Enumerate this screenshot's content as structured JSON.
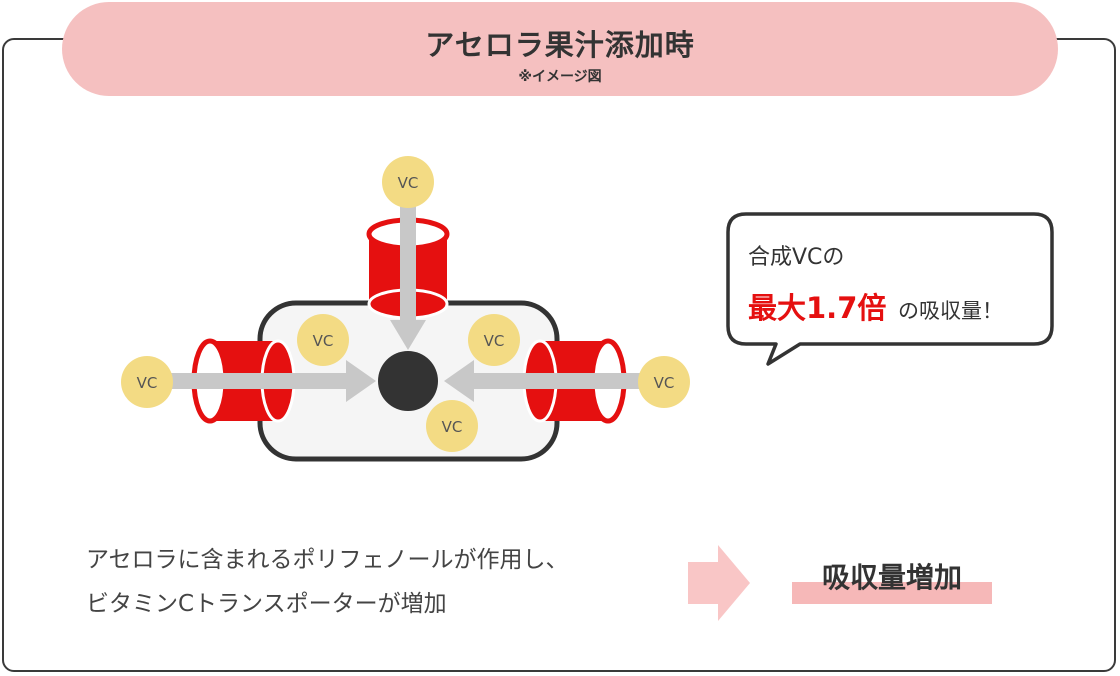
{
  "header": {
    "title": "アセロラ果汁添加時",
    "subtitle": "※イメージ図"
  },
  "diagram": {
    "molecule_label": "VC",
    "molecule_color": "#f3db84",
    "transporter_color": "#e51010",
    "cell_fill": "#f5f5f5",
    "center_color": "#333333",
    "arrow_color": "#c8c8c8"
  },
  "callout": {
    "line1": "合成VCの",
    "emphasis": "最大1.7倍",
    "suffix": "の吸収量！",
    "emphasis_color": "#e51010"
  },
  "bottom": {
    "line1": "アセロラに含まれるポリフェノールが作用し、",
    "line2": "ビタミンCトランスポーターが増加",
    "result": "吸収量増加",
    "arrow_color": "#f9c6c6"
  }
}
